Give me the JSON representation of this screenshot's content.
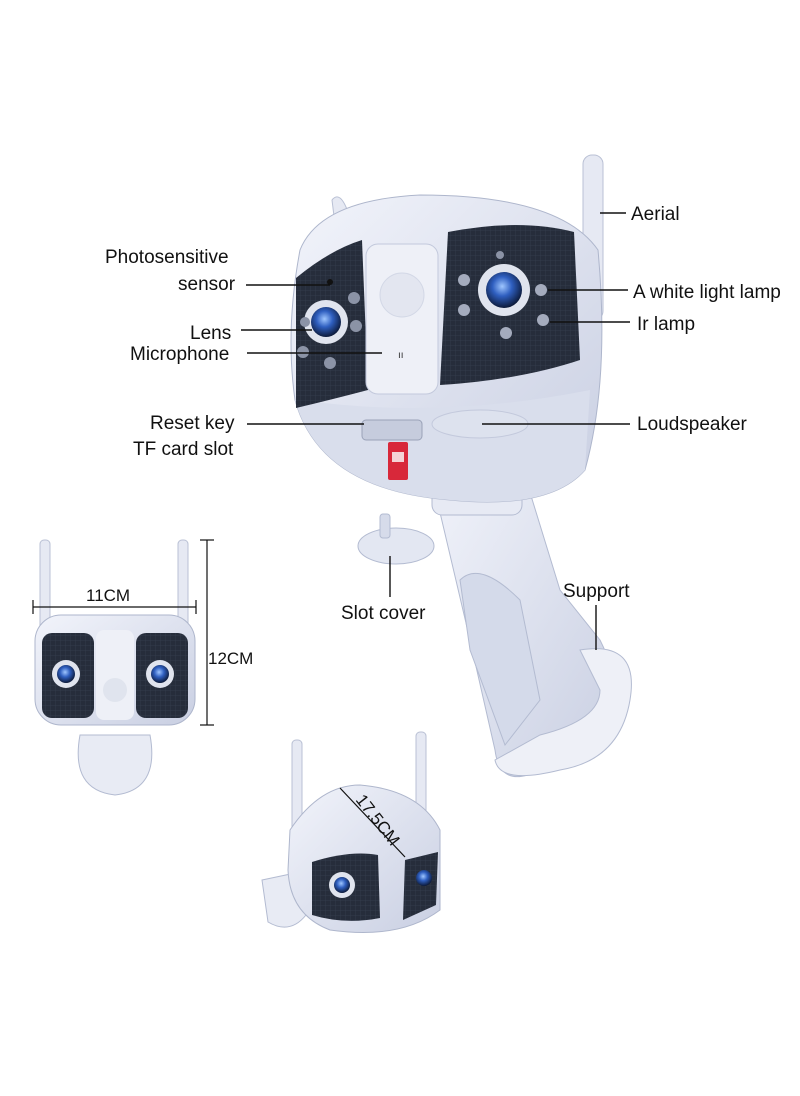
{
  "labels": {
    "photosensitive_line1": "Photosensitive",
    "photosensitive_line2": "sensor",
    "lens": "Lens",
    "microphone": "Microphone",
    "reset_key": "Reset key",
    "tf_card_slot": "TF card slot",
    "aerial": "Aerial",
    "white_light_lamp": "A white light lamp",
    "ir_lamp": "Ir lamp",
    "loudspeaker": "Loudspeaker",
    "slot_cover": "Slot cover",
    "support": "Support"
  },
  "dimensions": {
    "width": "11CM",
    "height": "12CM",
    "length": "17.5CM"
  },
  "colors": {
    "body": "#e4e8f4",
    "body_shade": "#c7cde0",
    "panel": "#232a38",
    "lens_blue": "#2f5fc0",
    "line": "#111111",
    "tf_card": "#d8283a"
  }
}
